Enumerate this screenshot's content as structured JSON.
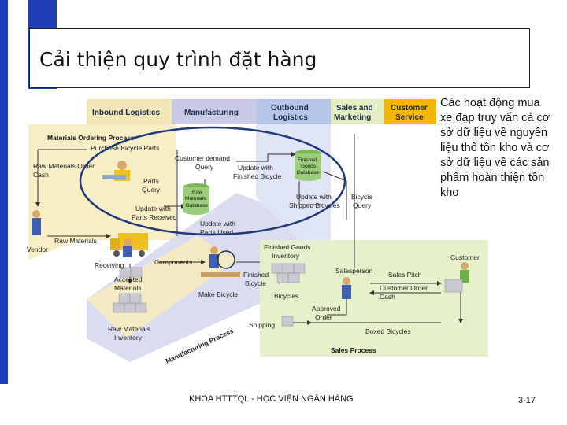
{
  "slide": {
    "title": "Cải thiện quy trình đặt hàng",
    "side_note": "Các hoạt động mua xe đạp truy vấn cả cơ sở dữ liệu về nguyên liệu thô tồn kho và cơ sở dữ liệu về các sản phẩm hoàn thiện tồn kho",
    "footer": "KHOA HTTTQL - HỌC VIỆN NGÂN HÀNG",
    "page_number": "3-17"
  },
  "diagram": {
    "headers": {
      "inbound": "Inbound Logistics",
      "manufacturing": "Manufacturing",
      "outbound_1": "Outbound",
      "outbound_2": "Logistics",
      "sales_1": "Sales and",
      "sales_2": "Marketing",
      "service_1": "Customer",
      "service_2": "Service"
    },
    "process_names": {
      "ordering": "Materials Ordering Process",
      "manufacturing": "Manufacturing Process",
      "sales": "Sales Process"
    },
    "labels": {
      "purchase_parts": "Purchase Bicycle Parts",
      "raw_order_1": "Raw Materials Order",
      "raw_order_2": "Cash",
      "customer_demand_1": "Customer demand",
      "customer_demand_2": "Query",
      "parts_query_1": "Parts",
      "parts_query_2": "Query",
      "update_finished_1": "Update with",
      "update_finished_2": "Finished Bicycle",
      "update_parts_recv_1": "Update with",
      "update_parts_recv_2": "Parts Received",
      "update_shipped_1": "Update with",
      "update_shipped_2": "Shipped Bicycles",
      "bicycle_query_1": "Bicycle",
      "bicycle_query_2": "Query",
      "update_parts_used_1": "Update with",
      "update_parts_used_2": "Parts Used",
      "vendor": "Vendor",
      "raw_materials": "Raw Materials",
      "receiving": "Receiving",
      "components": "Components",
      "accepted_1": "Accepted",
      "accepted_2": "Materials",
      "raw_inv_1": "Raw Materials",
      "raw_inv_2": "Inventory",
      "make_bicycle": "Make Bicycle",
      "finished_bicycle_1": "Finished",
      "finished_bicycle_2": "Bicycle",
      "finished_goods_1": "Finished Goods",
      "finished_goods_2": "Inventory",
      "bicycles": "Bicycles",
      "salesperson": "Salesperson",
      "sales_pitch": "Sales Pitch",
      "customer_order_1": "Customer Order",
      "customer_order_2": "Cash",
      "customer": "Customer",
      "approved_1": "Approved",
      "approved_2": "Order",
      "shipping": "Shipping",
      "boxed_bicycles": "Boxed Bicycles"
    },
    "databases": {
      "finished_1": "Finished",
      "finished_2": "Goods",
      "finished_3": "Database",
      "raw_1": "Raw",
      "raw_2": "Materials",
      "raw_3": "Database"
    },
    "colors": {
      "slide_blue": "#1f3fb8",
      "inbound_header": "#f2e6b6",
      "manufacturing_header": "#c9cbe6",
      "outbound_header": "#b6c6ea",
      "sales_header": "#e3efc2",
      "service_header": "#f5b700",
      "database_green": "#9ccd7a",
      "focus_ellipse": "#203a7a"
    }
  }
}
